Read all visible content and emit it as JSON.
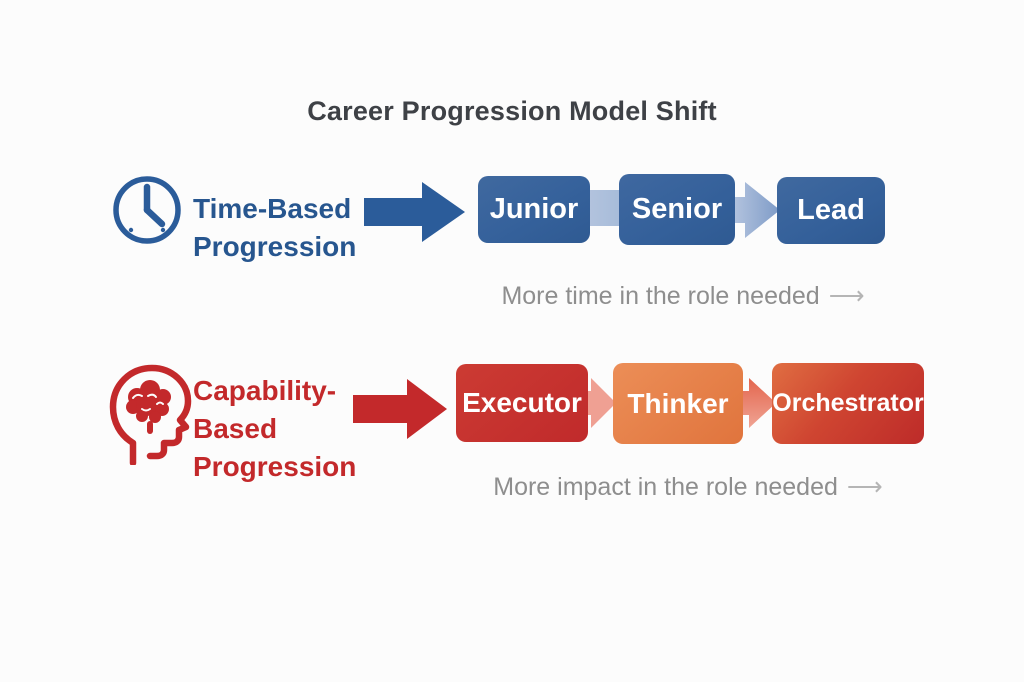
{
  "title": "Career Progression Model Shift",
  "arrow_glyph": "⟶",
  "colors": {
    "background": "#fcfcfc",
    "title_text": "#3e4146",
    "blue_accent": "#2b5c9a",
    "blue_label_text": "#27568f",
    "blue_box": "#35619b",
    "light_blue_connector": "#aabfdc",
    "red_accent": "#c3292b",
    "red_box": "#c02a2b",
    "orange_box": "#e8824b",
    "orange_red_box_gradient": [
      "#e06e42",
      "#bd2b29"
    ],
    "salmon_connector": "#efa093",
    "caption_text": "#8e8e8e",
    "stage_text": "#ffffff"
  },
  "rows": [
    {
      "name": "Time-Based Progression",
      "icon": "clock-icon",
      "label_lines": [
        "Time-Based",
        "Progression"
      ],
      "stages": [
        "Junior",
        "Senior",
        "Lead"
      ],
      "caption": "More time in the role needed"
    },
    {
      "name": "Capability-Based Progression",
      "icon": "brain-icon",
      "label_lines": [
        "Capability-",
        "Based",
        "Progression"
      ],
      "stages": [
        "Executor",
        "Thinker",
        "Orchestrator"
      ],
      "caption": "More impact in the role needed"
    }
  ]
}
